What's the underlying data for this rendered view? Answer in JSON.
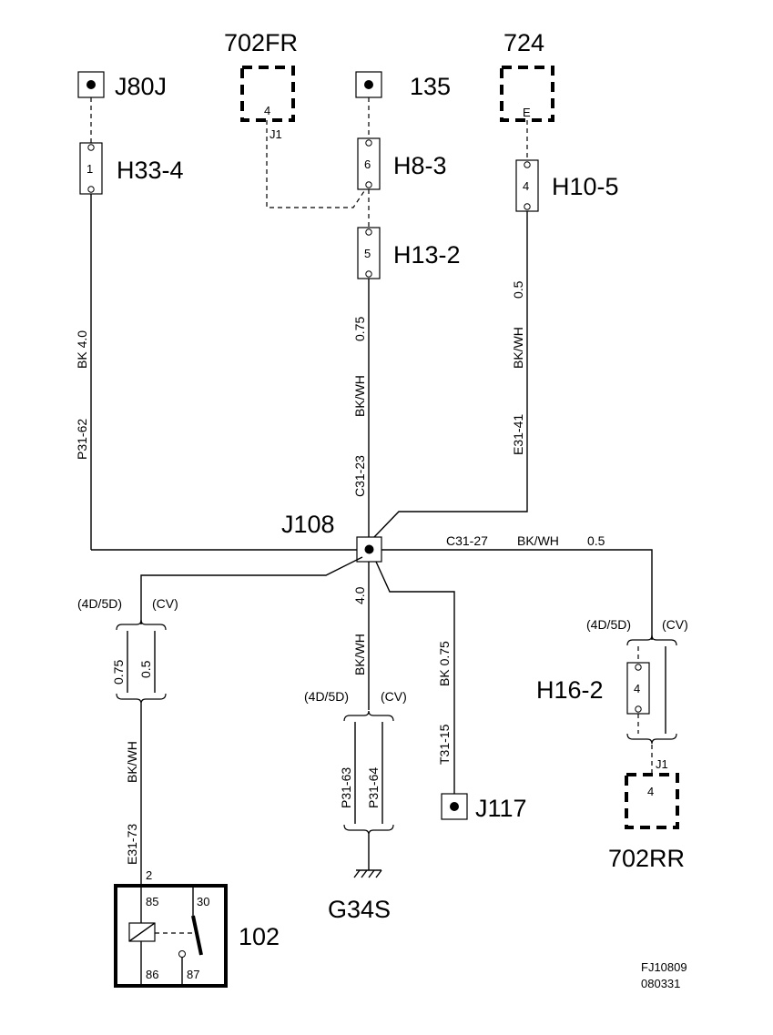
{
  "diagram": {
    "ground_connectors": [
      "J80J",
      "135",
      "J117"
    ],
    "fuse_boxes": [
      "702FR",
      "724",
      "702RR"
    ],
    "splice": "J108",
    "components": {
      "relay": "102",
      "ground": "G34S"
    },
    "connectors": {
      "h33_4": {
        "name": "H33-4",
        "pin": "1"
      },
      "h8_3": {
        "name": "H8-3",
        "pin": "6"
      },
      "h13_2": {
        "name": "H13-2",
        "pin": "5"
      },
      "h10_5": {
        "name": "H10-5",
        "pin": "4"
      },
      "h16_2": {
        "name": "H16-2",
        "pin": "4"
      }
    },
    "terminal_labels": {
      "fr_pin": "4",
      "fr_sub": "J1",
      "c724_pin": "E",
      "rr_pin": "4",
      "rr_sub": "J1",
      "relay_pin": "2",
      "relay_85": "85",
      "relay_30": "30",
      "relay_86": "86",
      "relay_87": "87"
    },
    "wire_labels": {
      "left_size": "BK  4.0",
      "left_code": "P31-62",
      "center_size": "0.75",
      "center_color": "BK/WH",
      "center_code": "C31-23",
      "right_size": "0.5",
      "right_color": "BK/WH",
      "right_code": "E31-41",
      "horiz_code": "C31-27",
      "horiz_color": "BK/WH",
      "horiz_size": "0.5",
      "bl_variant_a": "(4D/5D)",
      "bl_variant_b": "(CV)",
      "bl_size_a": "0.75",
      "bl_size_b": "0.5",
      "bl_color": "BK/WH",
      "bl_code": "E31-73",
      "gnd_size": "4.0",
      "gnd_color": "BK/WH",
      "gnd_variant_a": "(4D/5D)",
      "gnd_variant_b": "(CV)",
      "gnd_code_a": "P31-63",
      "gnd_code_b": "P31-64",
      "j117_color": "BK  0.75",
      "j117_code": "T31-15",
      "br_variant_a": "(4D/5D)",
      "br_variant_b": "(CV)"
    },
    "footer": {
      "figure_id": "FJ10809",
      "date_code": "080331"
    }
  }
}
